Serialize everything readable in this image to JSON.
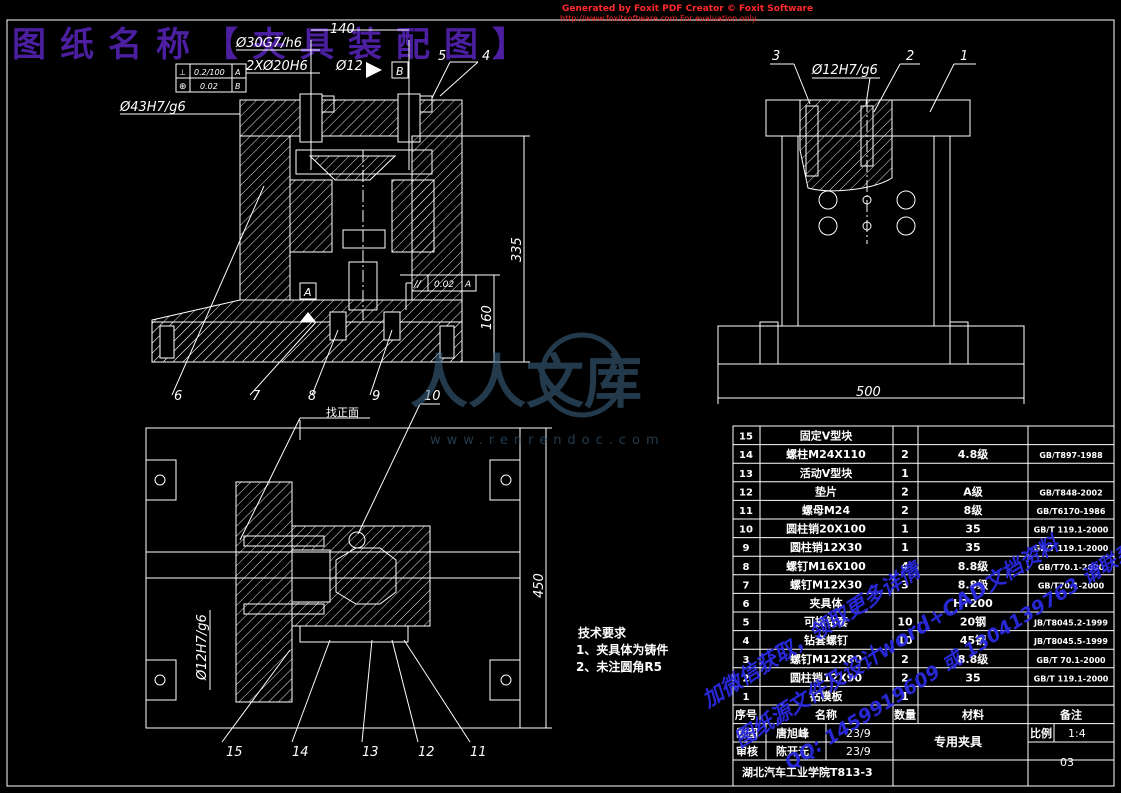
{
  "header": {
    "drawing_title": "图纸名称【夹具装配图】",
    "foxit_line1": "Generated by Foxit PDF Creator © Foxit Software",
    "foxit_line2": "http://www.foxitsoftware.com   For evaluation only."
  },
  "front_view": {
    "fits": [
      "Ø30G7/h6",
      "2XØ20H6",
      "Ø12",
      "Ø43H7/g6"
    ],
    "tol_frame": {
      "row1": "0.2/100",
      "row1_ref": "A",
      "row2": "0.02",
      "row2_ref": "B"
    },
    "datum_b": "B",
    "datum_a": "A",
    "parallel_frame": {
      "value": "0.02",
      "ref": "A"
    },
    "dims": {
      "top": "140",
      "height_total": "335",
      "height_lower": "160"
    },
    "callouts": [
      "5",
      "4",
      "6",
      "7",
      "8",
      "9"
    ]
  },
  "side_view": {
    "fit": "Ø12H7/g6",
    "callouts": [
      "3",
      "2",
      "1"
    ],
    "dim_width": "500"
  },
  "top_view": {
    "align_label": "找正面",
    "fit": "Ø12H7/g6",
    "dim_height": "450",
    "callouts": [
      "10",
      "15",
      "14",
      "13",
      "12",
      "11"
    ]
  },
  "tech_req": {
    "title": "技术要求",
    "items": [
      "1、夹具体为铸件",
      "2、未注圆角R5"
    ]
  },
  "bom": {
    "rows": [
      {
        "no": "15",
        "name": "固定V型块",
        "qty": "",
        "material": "",
        "note": ""
      },
      {
        "no": "14",
        "name": "螺柱M24X110",
        "qty": "2",
        "material": "4.8级",
        "note": "GB/T897-1988"
      },
      {
        "no": "13",
        "name": "活动V型块",
        "qty": "1",
        "material": "",
        "note": ""
      },
      {
        "no": "12",
        "name": "垫片",
        "qty": "2",
        "material": "A级",
        "note": "GB/T848-2002"
      },
      {
        "no": "11",
        "name": "螺母M24",
        "qty": "2",
        "material": "8级",
        "note": "GB/T6170-1986"
      },
      {
        "no": "10",
        "name": "圆柱销20X100",
        "qty": "1",
        "material": "35",
        "note": "GB/T 119.1-2000"
      },
      {
        "no": "9",
        "name": "圆柱销12X30",
        "qty": "1",
        "material": "35",
        "note": "GB/T 119.1-2000"
      },
      {
        "no": "8",
        "name": "螺钉M16X100",
        "qty": "4",
        "material": "8.8级",
        "note": "GB/T70.1-2000"
      },
      {
        "no": "7",
        "name": "螺钉M12X30",
        "qty": "3",
        "material": "8.8级",
        "note": "GB/T70.1-2000"
      },
      {
        "no": "6",
        "name": "夹具体",
        "qty": "",
        "material": "HT200",
        "note": ""
      },
      {
        "no": "5",
        "name": "可换钻套",
        "qty": "10",
        "material": "20钢",
        "note": "JB/T8045.2-1999"
      },
      {
        "no": "4",
        "name": "钻套螺钉",
        "qty": "10",
        "material": "45钢",
        "note": "JB/T8045.5-1999"
      },
      {
        "no": "3",
        "name": "螺钉M12X80",
        "qty": "2",
        "material": "8.8级",
        "note": "GB/T 70.1-2000"
      },
      {
        "no": "2",
        "name": "圆柱销12X90",
        "qty": "2",
        "material": "35",
        "note": "GB/T 119.1-2000"
      },
      {
        "no": "1",
        "name": "钻模板",
        "qty": "1",
        "material": "",
        "note": ""
      }
    ],
    "head": {
      "no": "序号",
      "name": "名称",
      "qty": "数量",
      "material": "材料",
      "note": "备注"
    }
  },
  "title_block": {
    "draw_label": "制图",
    "draw_name": "唐旭峰",
    "draw_date": "23/9",
    "check_label": "审核",
    "check_name": "陈开元",
    "check_date": "23/9",
    "part_name": "专用夹具",
    "scale_label": "比例",
    "scale_value": "1:4",
    "school": "湖北汽车工业学院T813-3",
    "sheet_no": "03"
  },
  "watermark": {
    "brand": "人人文库",
    "url": "www.renrendoc.com",
    "promo_lines": [
      "加微信获取，领取更多详情",
      "图纸源文件及设计word+CAD文档资料",
      "QQ: 1459919609 或 1304139763 请联系下载"
    ]
  }
}
